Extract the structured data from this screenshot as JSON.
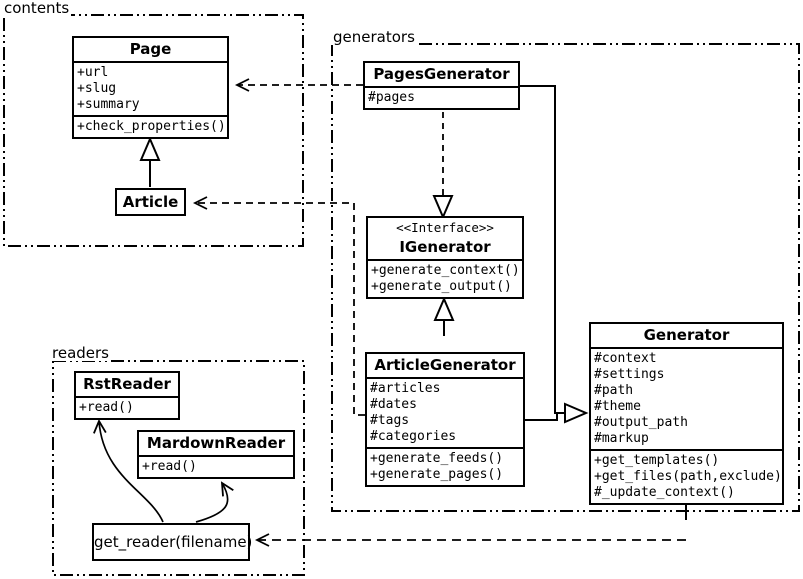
{
  "packages": {
    "contents": {
      "label": "contents"
    },
    "generators": {
      "label": "generators"
    },
    "readers": {
      "label": "readers"
    }
  },
  "classes": {
    "page": {
      "name": "Page",
      "attrs": [
        "+url",
        "+slug",
        "+summary"
      ],
      "methods": [
        "+check_properties()"
      ]
    },
    "article": {
      "name": "Article"
    },
    "pages_generator": {
      "name": "PagesGenerator",
      "attrs": [
        "#pages"
      ]
    },
    "igenerator": {
      "stereotype": "<<Interface>>",
      "name": "IGenerator",
      "methods": [
        "+generate_context()",
        "+generate_output()"
      ]
    },
    "article_generator": {
      "name": "ArticleGenerator",
      "attrs": [
        "#articles",
        "#dates",
        "#tags",
        "#categories"
      ],
      "methods": [
        "+generate_feeds()",
        "+generate_pages()"
      ]
    },
    "generator": {
      "name": "Generator",
      "attrs": [
        "#context",
        "#settings",
        "#path",
        "#theme",
        "#output_path",
        "#markup"
      ],
      "methods": [
        "+get_templates()",
        "+get_files(path,exclude)",
        "#_update_context()"
      ]
    },
    "rst_reader": {
      "name": "RstReader",
      "methods": [
        "+read()"
      ]
    },
    "mardown_reader": {
      "name": "MardownReader",
      "methods": [
        "+read()"
      ]
    },
    "get_reader": {
      "label": "get_reader(filename)"
    }
  },
  "colors": {
    "line": "#000000",
    "background": "#ffffff"
  }
}
